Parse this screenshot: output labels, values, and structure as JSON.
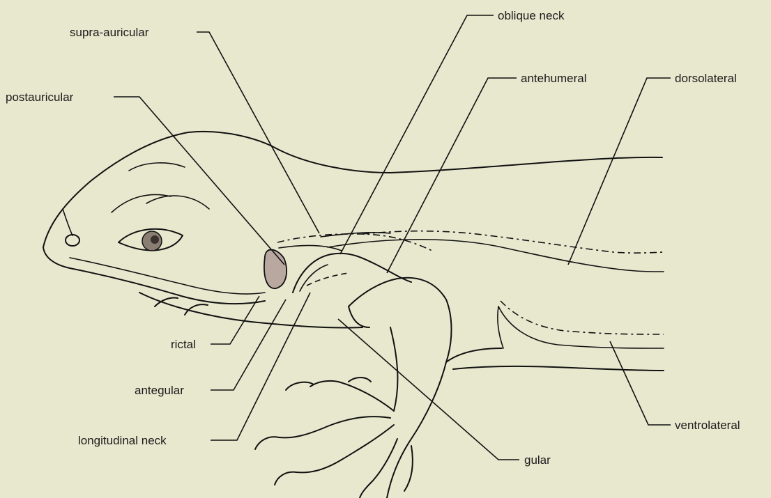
{
  "labels": {
    "supra_auricular": "supra-auricular",
    "postauricular": "postauricular",
    "oblique_neck": "oblique neck",
    "antehumeral": "antehumeral",
    "dorsolateral": "dorsolateral",
    "rictal": "rictal",
    "antegular": "antegular",
    "longitudinal_neck": "longitudinal neck",
    "gular": "gular",
    "ventrolateral": "ventrolateral"
  },
  "colors": {
    "background": "#e8e8cf",
    "line": "#111111",
    "tympanum": "#b8a8a0",
    "eye": "#8a7d72"
  }
}
